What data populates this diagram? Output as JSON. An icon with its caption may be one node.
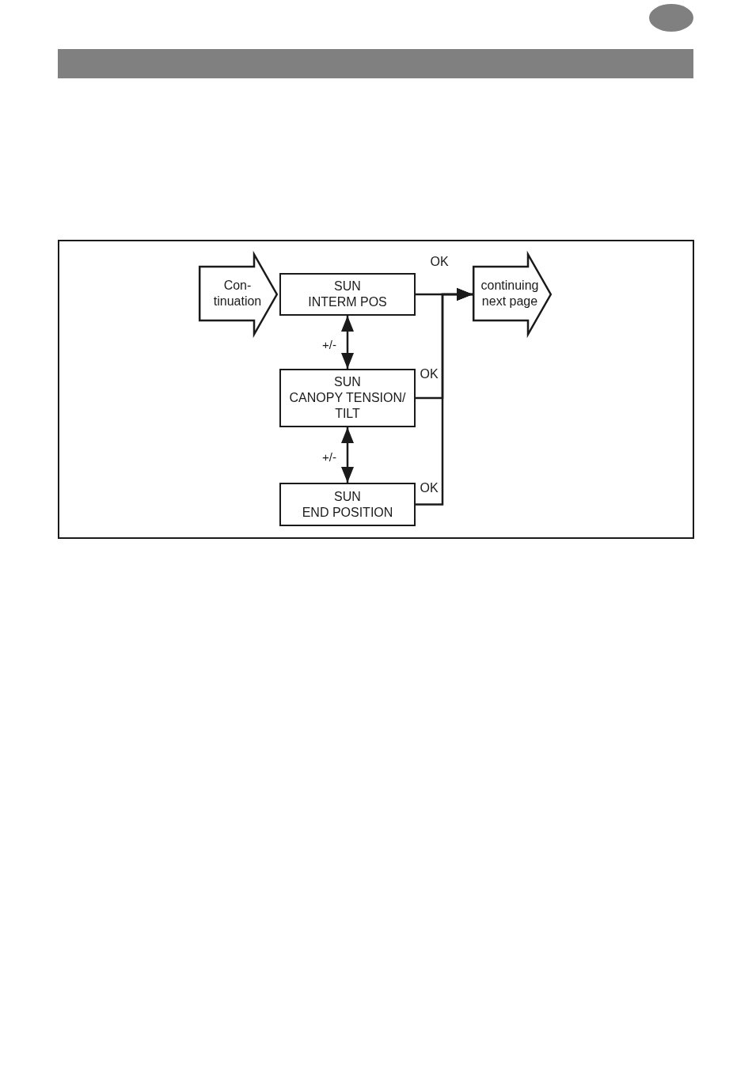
{
  "diagram": {
    "nodes": [
      {
        "text": [
          "Con- tinuation"
        ]
      },
      {
        "text": [
          "SUN",
          "INTERM POS"
        ]
      },
      {
        "text": [
          "continuing next page"
        ]
      },
      {
        "text": [
          "SUN",
          "CANOPY TENSION/ TILT"
        ]
      },
      {
        "text": [
          "SUN",
          "END POSITION"
        ]
      }
    ],
    "edges": [
      {
        "from": 1,
        "to": 2,
        "arrow": "to",
        "label": "OK"
      },
      {
        "from": 1,
        "to": 3,
        "arrow": "both",
        "label": "+/-"
      },
      {
        "from": 3,
        "to": 2,
        "arrow": "to",
        "label": "OK"
      },
      {
        "from": 3,
        "to": 4,
        "arrow": "both",
        "label": "+/-"
      },
      {
        "from": 4,
        "to": 2,
        "arrow": "to",
        "label": "OK"
      }
    ]
  }
}
